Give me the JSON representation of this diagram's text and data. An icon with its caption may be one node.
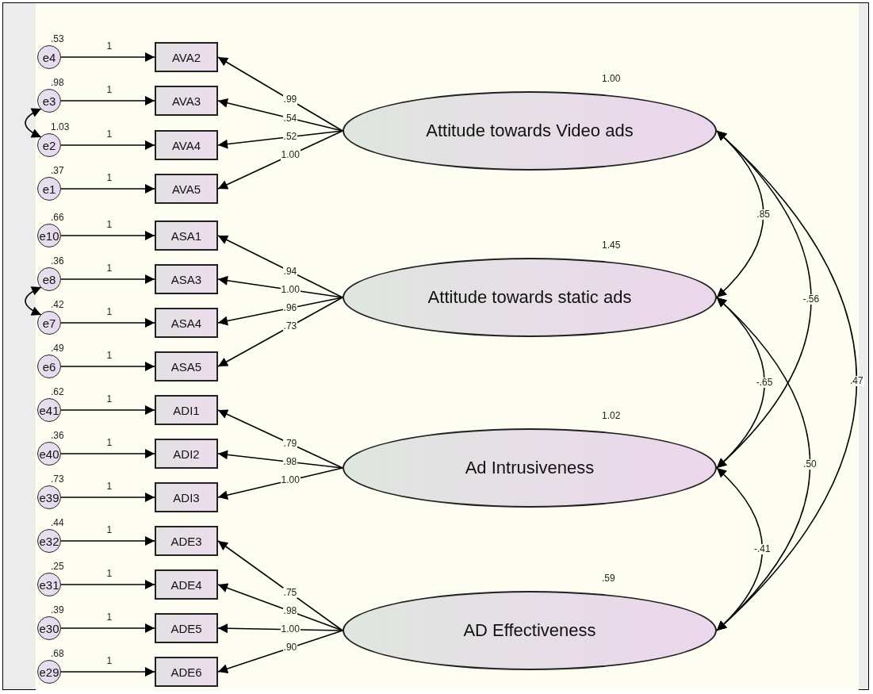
{
  "diagram": {
    "nodes": [
      {
        "text": [
          "e4"
        ],
        "beside": [
          ".53"
        ]
      },
      {
        "text": [
          "AVA2"
        ]
      },
      {
        "text": [
          "e3"
        ],
        "beside": [
          ".98"
        ]
      },
      {
        "text": [
          "AVA3"
        ]
      },
      {
        "text": [
          "e2"
        ],
        "beside": [
          "1.03"
        ]
      },
      {
        "text": [
          "AVA4"
        ]
      },
      {
        "text": [
          "e1"
        ],
        "beside": [
          ".37"
        ]
      },
      {
        "text": [
          "AVA5"
        ]
      },
      {
        "text": [
          "Attitude towards Video ads"
        ],
        "beside": [
          "1.00"
        ]
      },
      {
        "text": [
          "e10"
        ],
        "beside": [
          ".66"
        ]
      },
      {
        "text": [
          "ASA1"
        ]
      },
      {
        "text": [
          "e8"
        ],
        "beside": [
          ".36"
        ]
      },
      {
        "text": [
          "ASA3"
        ]
      },
      {
        "text": [
          "e7"
        ],
        "beside": [
          ".42"
        ]
      },
      {
        "text": [
          "ASA4"
        ]
      },
      {
        "text": [
          "e6"
        ],
        "beside": [
          ".49"
        ]
      },
      {
        "text": [
          "ASA5"
        ]
      },
      {
        "text": [
          "Attitude towards static ads"
        ],
        "beside": [
          "1.45"
        ]
      },
      {
        "text": [
          "e41"
        ],
        "beside": [
          ".62"
        ]
      },
      {
        "text": [
          "ADI1"
        ]
      },
      {
        "text": [
          "e40"
        ],
        "beside": [
          ".36"
        ]
      },
      {
        "text": [
          "ADI2"
        ]
      },
      {
        "text": [
          "e39"
        ],
        "beside": [
          ".73"
        ]
      },
      {
        "text": [
          "ADI3"
        ]
      },
      {
        "text": [
          "Ad Intrusiveness"
        ],
        "beside": [
          "1.02"
        ]
      },
      {
        "text": [
          "e32"
        ],
        "beside": [
          ".44"
        ]
      },
      {
        "text": [
          "ADE3"
        ]
      },
      {
        "text": [
          "e31"
        ],
        "beside": [
          ".25"
        ]
      },
      {
        "text": [
          "ADE4"
        ]
      },
      {
        "text": [
          "e30"
        ],
        "beside": [
          ".39"
        ]
      },
      {
        "text": [
          "ADE5"
        ]
      },
      {
        "text": [
          "e29"
        ],
        "beside": [
          ".68"
        ]
      },
      {
        "text": [
          "ADE6"
        ]
      },
      {
        "text": [
          "AD Effectiveness"
        ],
        "beside": [
          ".59"
        ]
      }
    ],
    "edges": [
      {
        "from": 0,
        "to": 1,
        "arrow": "to",
        "label": "1"
      },
      {
        "from": 2,
        "to": 3,
        "arrow": "to",
        "label": "1"
      },
      {
        "from": 4,
        "to": 5,
        "arrow": "to",
        "label": "1"
      },
      {
        "from": 6,
        "to": 7,
        "arrow": "to",
        "label": "1"
      },
      {
        "from": 9,
        "to": 10,
        "arrow": "to",
        "label": "1"
      },
      {
        "from": 11,
        "to": 12,
        "arrow": "to",
        "label": "1"
      },
      {
        "from": 13,
        "to": 14,
        "arrow": "to",
        "label": "1"
      },
      {
        "from": 15,
        "to": 16,
        "arrow": "to",
        "label": "1"
      },
      {
        "from": 18,
        "to": 19,
        "arrow": "to",
        "label": "1"
      },
      {
        "from": 20,
        "to": 21,
        "arrow": "to",
        "label": "1"
      },
      {
        "from": 22,
        "to": 23,
        "arrow": "to",
        "label": "1"
      },
      {
        "from": 25,
        "to": 26,
        "arrow": "to",
        "label": "1"
      },
      {
        "from": 27,
        "to": 28,
        "arrow": "to",
        "label": "1"
      },
      {
        "from": 29,
        "to": 30,
        "arrow": "to",
        "label": "1"
      },
      {
        "from": 31,
        "to": 32,
        "arrow": "to",
        "label": "1"
      },
      {
        "from": 8,
        "to": 1,
        "arrow": "to",
        "label": ".99"
      },
      {
        "from": 8,
        "to": 3,
        "arrow": "to",
        "label": ".54"
      },
      {
        "from": 8,
        "to": 5,
        "arrow": "to",
        "label": ".52"
      },
      {
        "from": 8,
        "to": 7,
        "arrow": "to",
        "label": "1.00"
      },
      {
        "from": 17,
        "to": 10,
        "arrow": "to",
        "label": ".94"
      },
      {
        "from": 17,
        "to": 12,
        "arrow": "to",
        "label": "1.00"
      },
      {
        "from": 17,
        "to": 14,
        "arrow": "to",
        "label": ".96"
      },
      {
        "from": 17,
        "to": 16,
        "arrow": "to",
        "label": ".73"
      },
      {
        "from": 24,
        "to": 19,
        "arrow": "to",
        "label": ".79"
      },
      {
        "from": 24,
        "to": 21,
        "arrow": "to",
        "label": ".98"
      },
      {
        "from": 24,
        "to": 23,
        "arrow": "to",
        "label": "1.00"
      },
      {
        "from": 33,
        "to": 26,
        "arrow": "to",
        "label": ".75"
      },
      {
        "from": 33,
        "to": 28,
        "arrow": "to",
        "label": ".98"
      },
      {
        "from": 33,
        "to": 30,
        "arrow": "to",
        "label": "1.00"
      },
      {
        "from": 33,
        "to": 32,
        "arrow": "to",
        "label": ".90"
      },
      {
        "from": 2,
        "to": 4,
        "arrow": "both"
      },
      {
        "from": 11,
        "to": 13,
        "arrow": "both"
      },
      {
        "from": 8,
        "to": 17,
        "arrow": "both",
        "label": ".85"
      },
      {
        "from": 8,
        "to": 24,
        "arrow": "both",
        "label": "-.56"
      },
      {
        "from": 8,
        "to": 33,
        "arrow": "both",
        "label": ".47"
      },
      {
        "from": 17,
        "to": 24,
        "arrow": "both",
        "label": "-.65"
      },
      {
        "from": 17,
        "to": 33,
        "arrow": "both",
        "label": ".50"
      },
      {
        "from": 24,
        "to": 33,
        "arrow": "both",
        "label": "-.41"
      }
    ]
  }
}
